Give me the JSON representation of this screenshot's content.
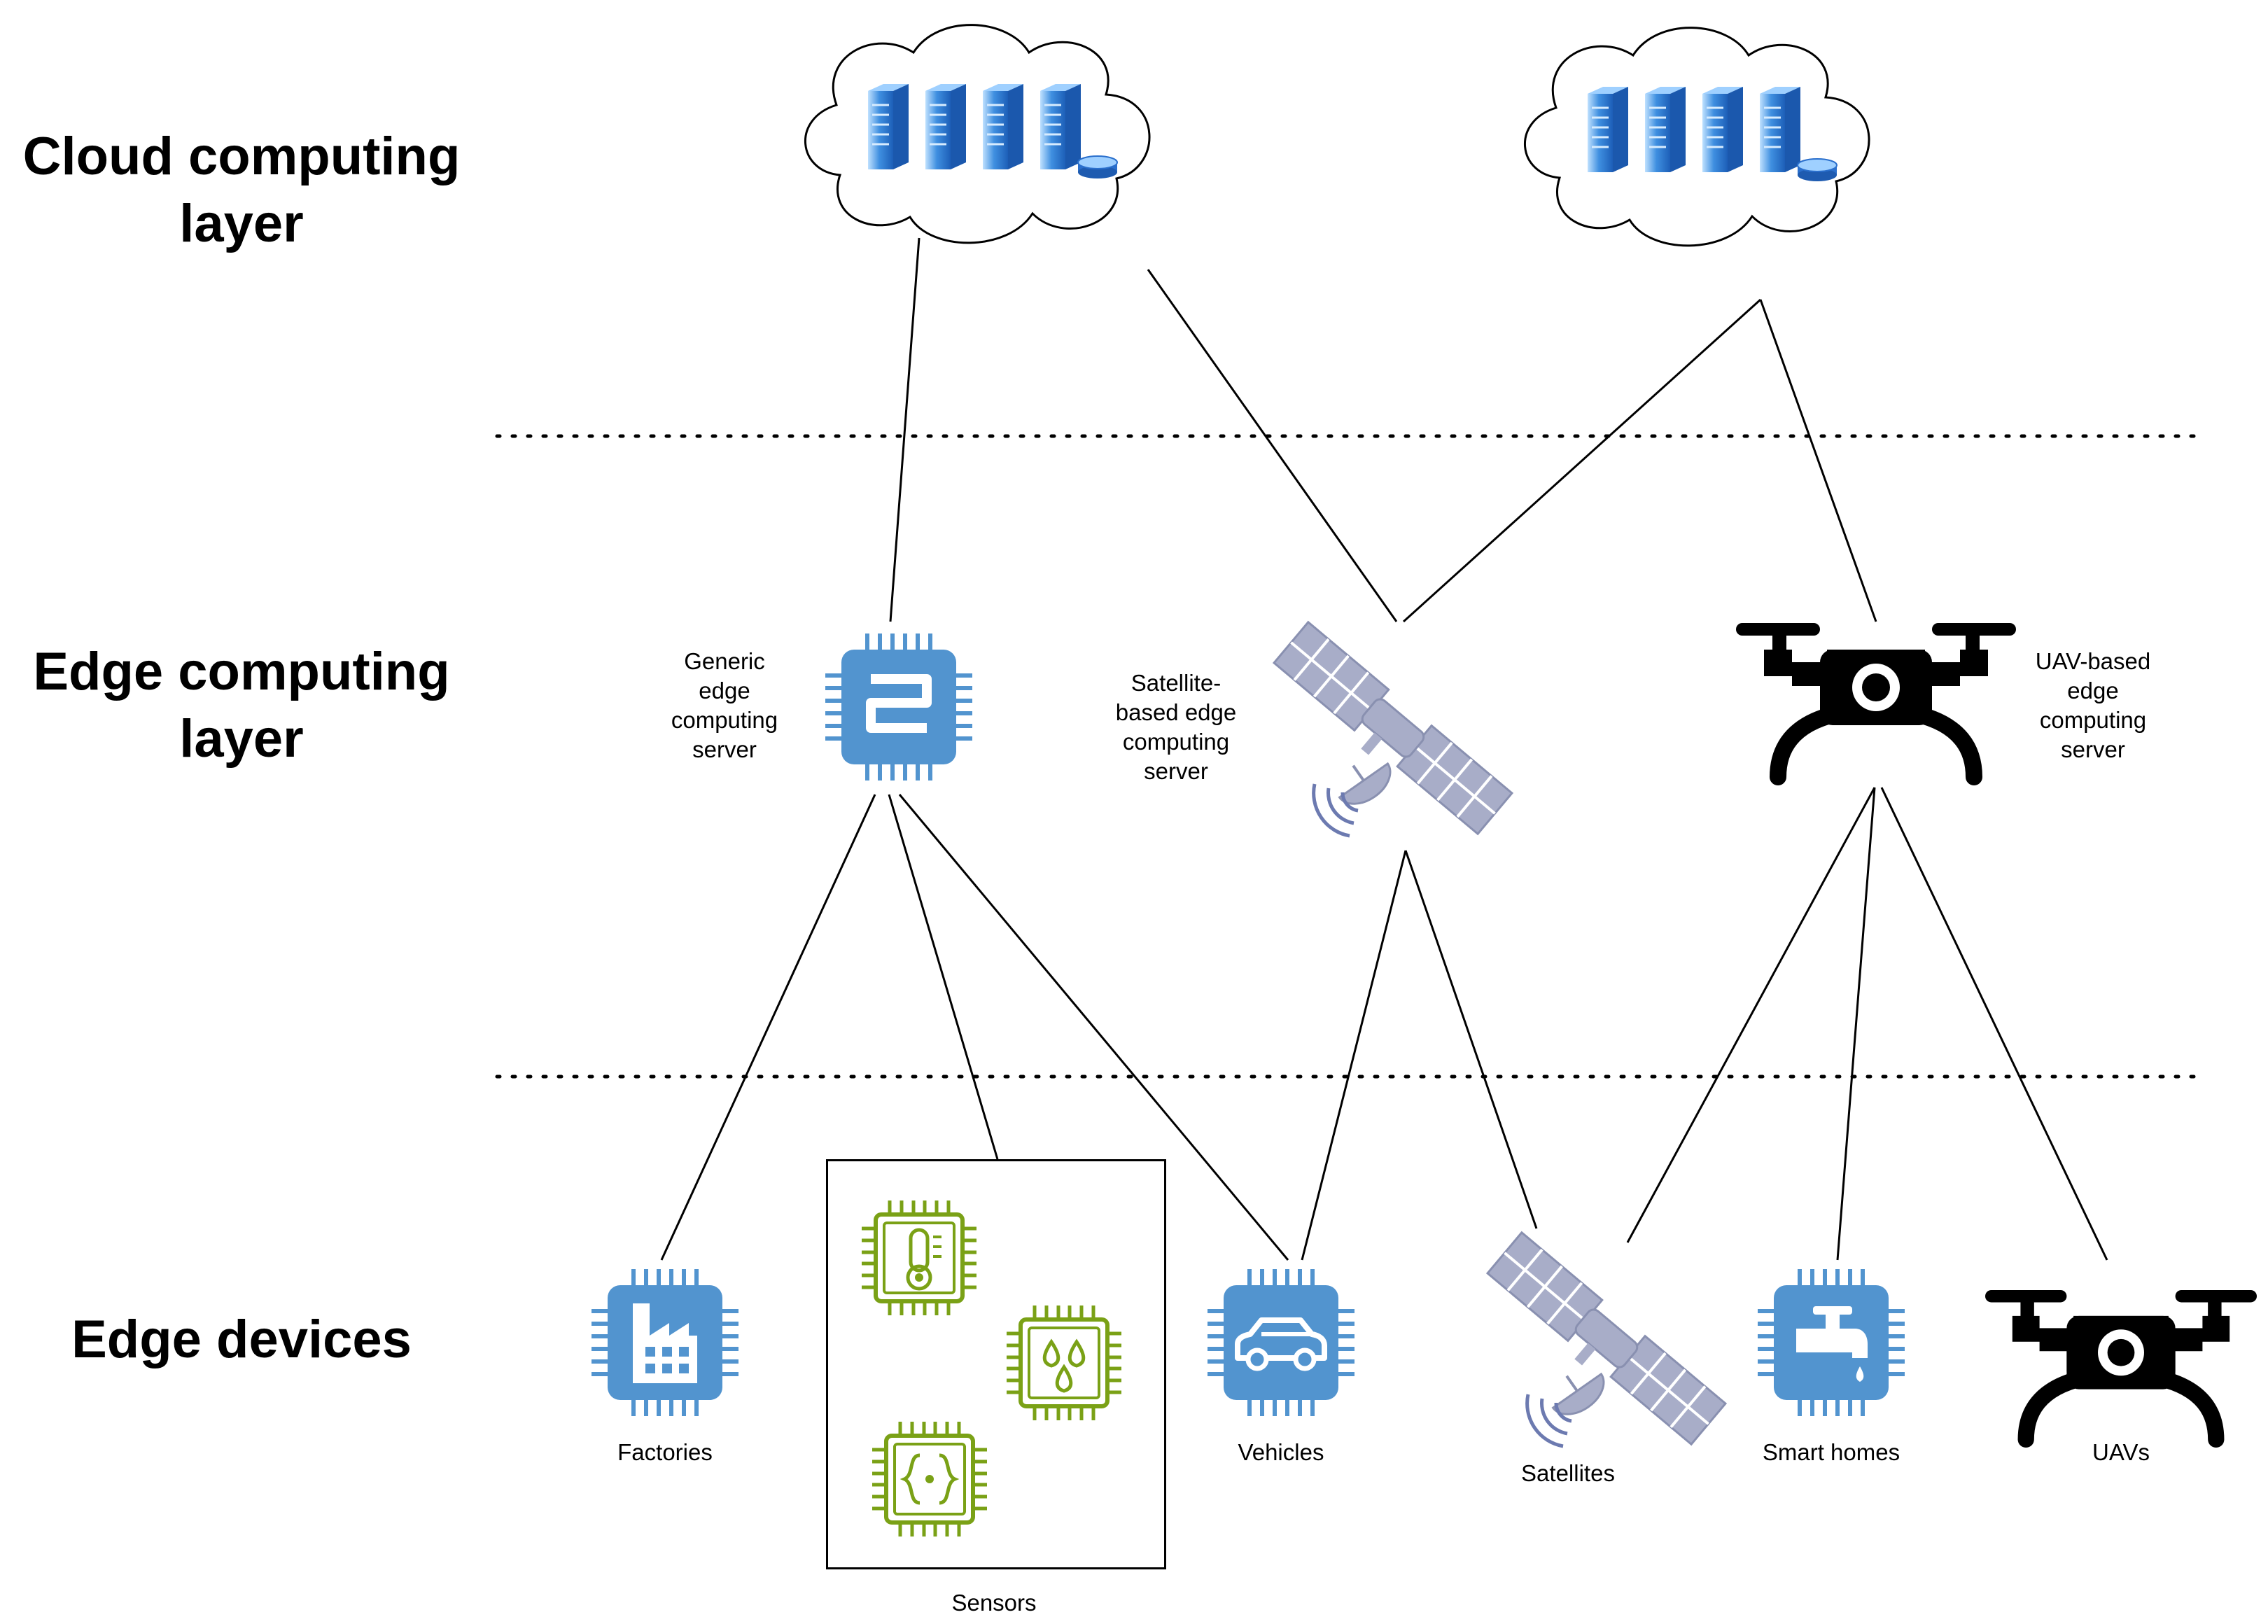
{
  "layers": {
    "cloud": "Cloud computing\nlayer",
    "edge": "Edge computing\nlayer",
    "devices": "Edge devices"
  },
  "servers": {
    "generic": "Generic\nedge\ncomputing\nserver",
    "satellite": "Satellite-\nbased edge\ncomputing\nserver",
    "uav": "UAV-based\nedge\ncomputing\nserver"
  },
  "devices": {
    "factories": "Factories",
    "sensors": "Sensors",
    "vehicles": "Vehicles",
    "satellites": "Satellites",
    "smart_homes": "Smart homes",
    "uavs": "UAVs"
  },
  "icons": {
    "cloud": "cloud-icon",
    "server_rack": "server-rack-icon",
    "chip": "chip-icon",
    "satellite": "satellite-icon",
    "drone": "drone-icon",
    "factory": "factory-icon",
    "thermometer": "thermometer-icon",
    "water_drops": "water-drops-icon",
    "code_brackets": "code-brackets-icon",
    "car": "car-icon",
    "faucet": "faucet-icon"
  },
  "colors": {
    "chip_blue": "#5294CF",
    "sensor_green": "#7AA116",
    "satellite_gray": "#A8ADC8",
    "server_blue": "#2D77D6",
    "drone_black": "#000000",
    "line": "#000000"
  }
}
